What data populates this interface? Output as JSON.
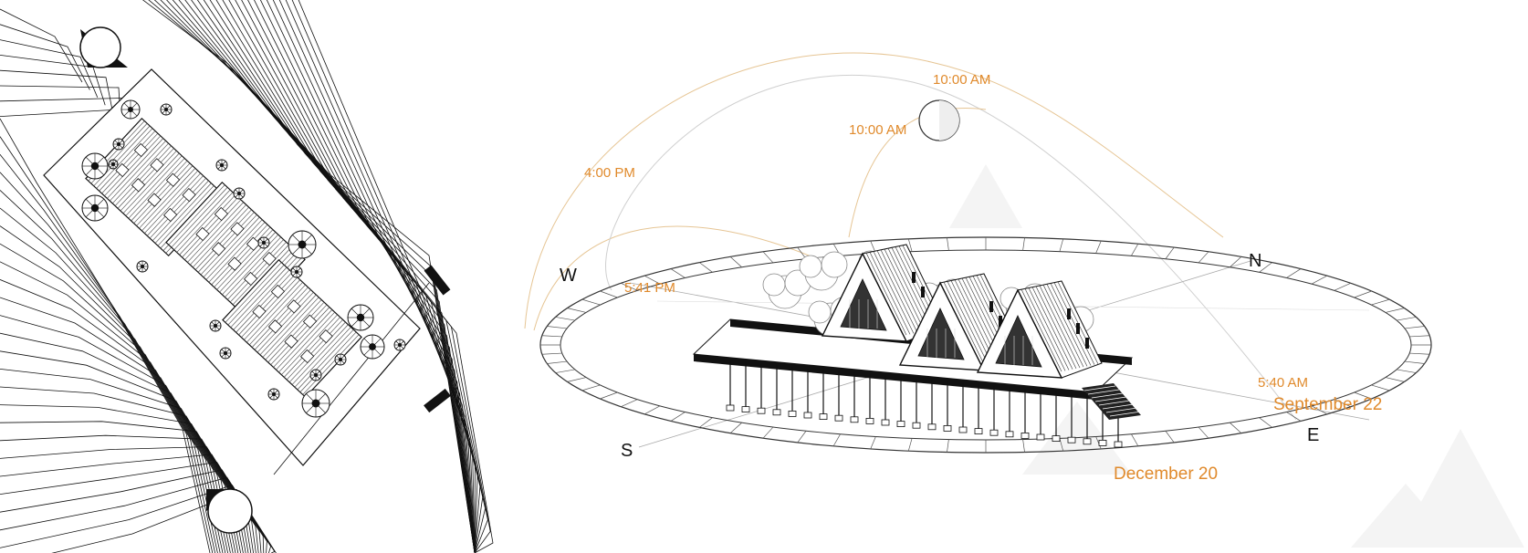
{
  "colors": {
    "accent": "#e08a2c",
    "ink": "#111111",
    "paper": "#ffffff"
  },
  "site_plan": {
    "contour_lines": "topographic contours",
    "marker_icon": "sun-position-marker"
  },
  "sun_path": {
    "times": {
      "t1000_top": "10:00 AM",
      "t1000_mid": "10:00 AM",
      "t400": "4:00 PM",
      "t541": "5:41 PM",
      "t540": "5:40 AM"
    },
    "dates": {
      "sep": "September 22",
      "dec": "December 20"
    },
    "directions": {
      "n": "N",
      "w": "W",
      "s": "S",
      "e": "E"
    }
  }
}
